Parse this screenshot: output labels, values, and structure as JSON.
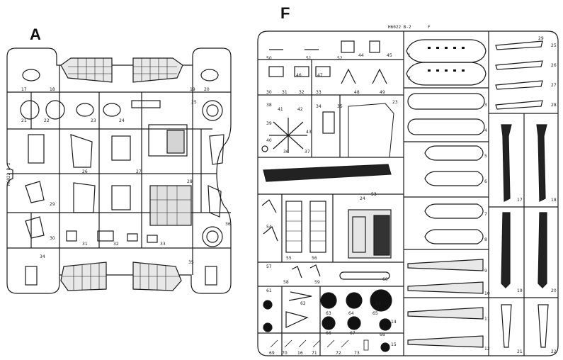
{
  "sprues": [
    {
      "letter": "A",
      "code": "H6022 B-2",
      "part_numbers": [
        "17",
        "18",
        "19",
        "20",
        "21",
        "22",
        "23",
        "24",
        "25",
        "26",
        "27",
        "28",
        "29",
        "30",
        "31",
        "32",
        "33",
        "34",
        "35",
        "36"
      ]
    },
    {
      "letter": "F",
      "code": "H6022 B-2",
      "code_tag": "F",
      "part_numbers": [
        "1",
        "2",
        "3",
        "4",
        "5",
        "6",
        "7",
        "8",
        "9",
        "10",
        "11",
        "12",
        "13",
        "14",
        "15",
        "16",
        "17",
        "18",
        "19",
        "20",
        "21",
        "22",
        "23",
        "24",
        "25",
        "26",
        "27",
        "28",
        "29",
        "30",
        "31",
        "32",
        "33",
        "34",
        "35",
        "36",
        "37",
        "38",
        "39",
        "40",
        "41",
        "42",
        "43",
        "44",
        "45",
        "46",
        "47",
        "48",
        "49",
        "50",
        "51",
        "52",
        "53",
        "54",
        "55",
        "56",
        "57",
        "58",
        "59",
        "60",
        "61",
        "62",
        "63",
        "64",
        "65",
        "66",
        "67",
        "68",
        "69",
        "70",
        "71",
        "72",
        "73"
      ]
    }
  ],
  "colors": {
    "line": "#1a1a1a",
    "fill_dark": "#111111",
    "background": "#ffffff"
  }
}
